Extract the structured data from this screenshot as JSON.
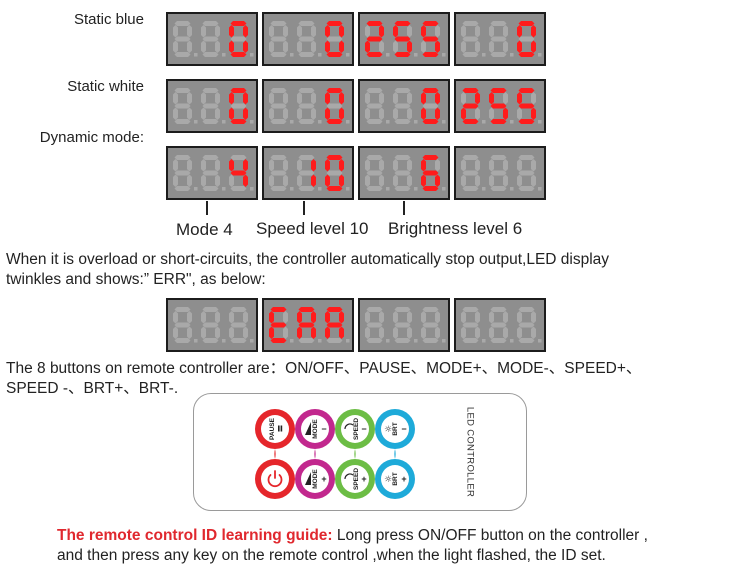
{
  "labels": {
    "static_blue": "Static blue",
    "static_white": "Static white",
    "dynamic_mode": "Dynamic mode:"
  },
  "rows": {
    "static_blue": [
      "0",
      "0",
      "255",
      "0"
    ],
    "static_white": [
      "0",
      "0",
      "0",
      "255"
    ],
    "dynamic_mode": [
      "4",
      "10",
      "6",
      ""
    ],
    "error": [
      "",
      "ERR",
      "",
      ""
    ]
  },
  "captions": {
    "mode": "Mode 4",
    "speed": "Speed level 10",
    "brightness": "Brightness level 6"
  },
  "error_text": {
    "line1": "When it is overload or short-circuits, the controller automatically stop output,LED display",
    "line2": "twinkles and shows:” ERR\", as below:"
  },
  "buttons_text": {
    "line1": "The 8 buttons on remote controller are：ON/OFF、PAUSE、MODE+、MODE-、SPEED+、",
    "line2": "SPEED -、BRT+、BRT-."
  },
  "remote": {
    "label": "LED CONTROLLER",
    "buttons": {
      "pause": "PAUSE",
      "mode_minus": "MODE",
      "mode_plus": "MODE",
      "speed_minus": "SPEED",
      "speed_plus": "SPEED",
      "brt_minus": "BRT",
      "brt_plus": "BRT"
    },
    "colors": {
      "red": "#e5262b",
      "magenta": "#c2288e",
      "green": "#6cbd45",
      "cyan": "#1eaad9"
    }
  },
  "guide": {
    "title": "The remote control ID learning guide:",
    "line1": " Long press ON/OFF button on the controller ,",
    "line2": "and then press any key on the remote control ,when the light flashed, the ID set."
  },
  "colors": {
    "display_bg": "#8e8e8e",
    "segment_on": "#ff1c1c",
    "segment_off": "#a9a9a9",
    "title_red": "#e0282e"
  }
}
